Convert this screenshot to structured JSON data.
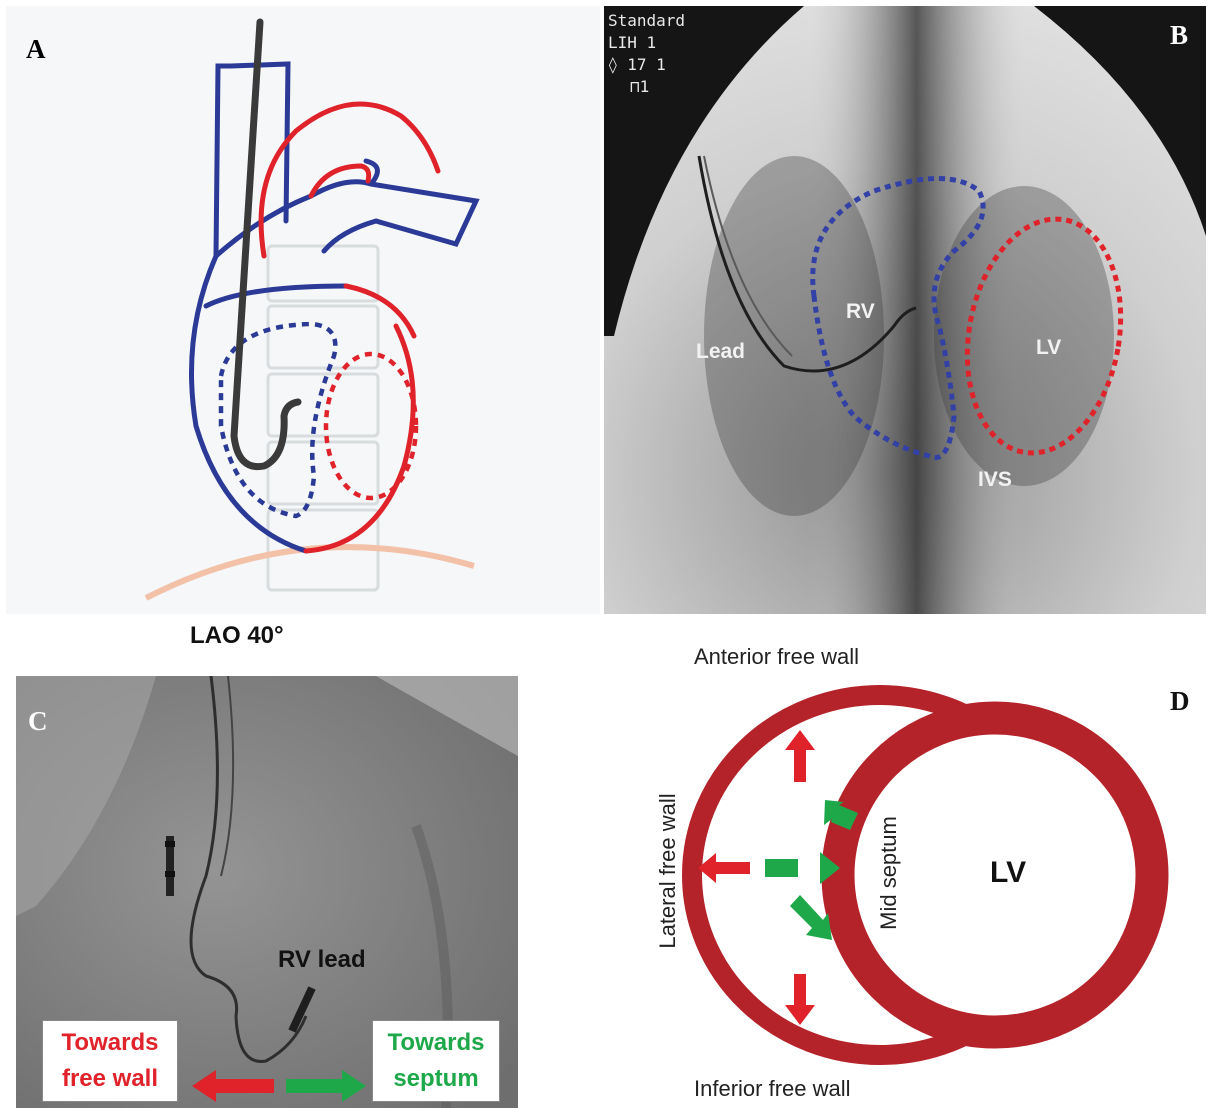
{
  "panels": {
    "a": {
      "letter": "A",
      "view_label": "LAO 40°"
    },
    "b": {
      "letter": "B",
      "overlay_lines": [
        "Standard",
        "LIH 1",
        "◊ 17 1",
        "⊓1"
      ],
      "labels": {
        "lead": "Lead",
        "rv": "RV",
        "lv": "LV",
        "ivs": "IVS"
      }
    },
    "c": {
      "letter": "C",
      "rv_lead_label": "RV lead",
      "towards_free_wall": [
        "Towards",
        "free wall"
      ],
      "towards_septum": [
        "Towards",
        "septum"
      ]
    },
    "d": {
      "letter": "D",
      "anterior": "Anterior free wall",
      "inferior": "Inferior free wall",
      "lateral": "Lateral free wall",
      "mid_septum": "Mid septum",
      "lv": "LV"
    }
  },
  "colors": {
    "blue": "#2b3a97",
    "red": "#e0222a",
    "dark_red": "#b5232a",
    "green": "#1ea84a",
    "lead_gray": "#3a3a3a",
    "spine": "#d9d9d9",
    "diaphragm": "#f3c1a8"
  }
}
